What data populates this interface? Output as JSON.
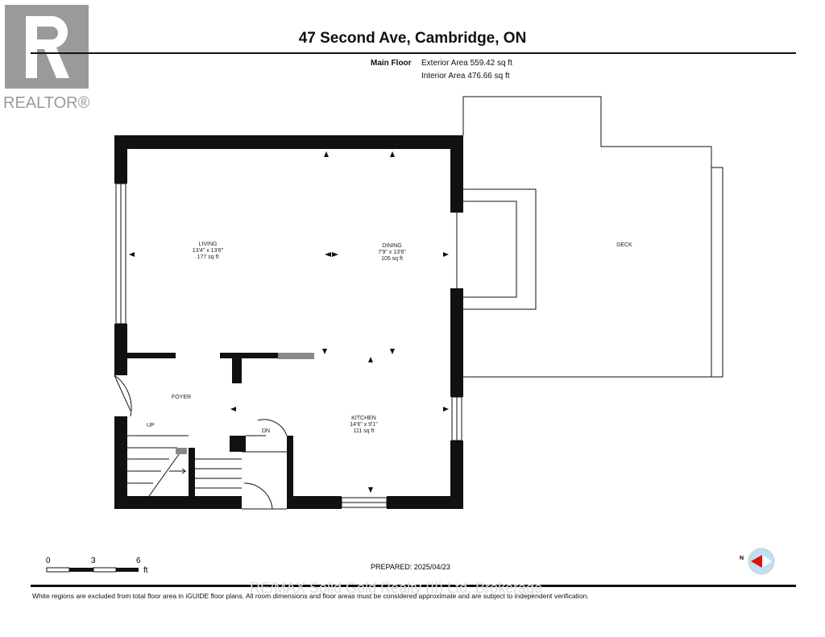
{
  "title": "47 Second Ave, Cambridge, ON",
  "floor": {
    "name": "Main Floor",
    "exterior": "Exterior Area 559.42 sq ft",
    "interior": "Interior Area 476.66 sq ft"
  },
  "logo": {
    "text": "REALTOR®"
  },
  "rooms": [
    {
      "name": "LIVING",
      "dims": "13'4\" x 13'6\"",
      "area": "177 sq ft"
    },
    {
      "name": "DINING",
      "dims": "7'9\" x 13'6\"",
      "area": "105 sq ft"
    },
    {
      "name": "KITCHEN",
      "dims": "14'6\" x 9'1\"",
      "area": "111 sq ft"
    },
    {
      "name": "FOYER"
    },
    {
      "name": "DECK"
    },
    {
      "name": "UP"
    },
    {
      "name": "DN"
    }
  ],
  "scale": {
    "ticks": [
      "0",
      "3",
      "6"
    ],
    "unit": "ft"
  },
  "compass": {
    "label": "N"
  },
  "prepared": "PREPARED: 2025/04/23",
  "watermark": "RE/MAX Solid Gold Realty (II) Ltd. Brokerage",
  "disclaimer": "White regions are excluded from total floor area in iGUIDE floor plans. All room dimensions and floor areas must be considered approximate and are subject to independent verification."
}
